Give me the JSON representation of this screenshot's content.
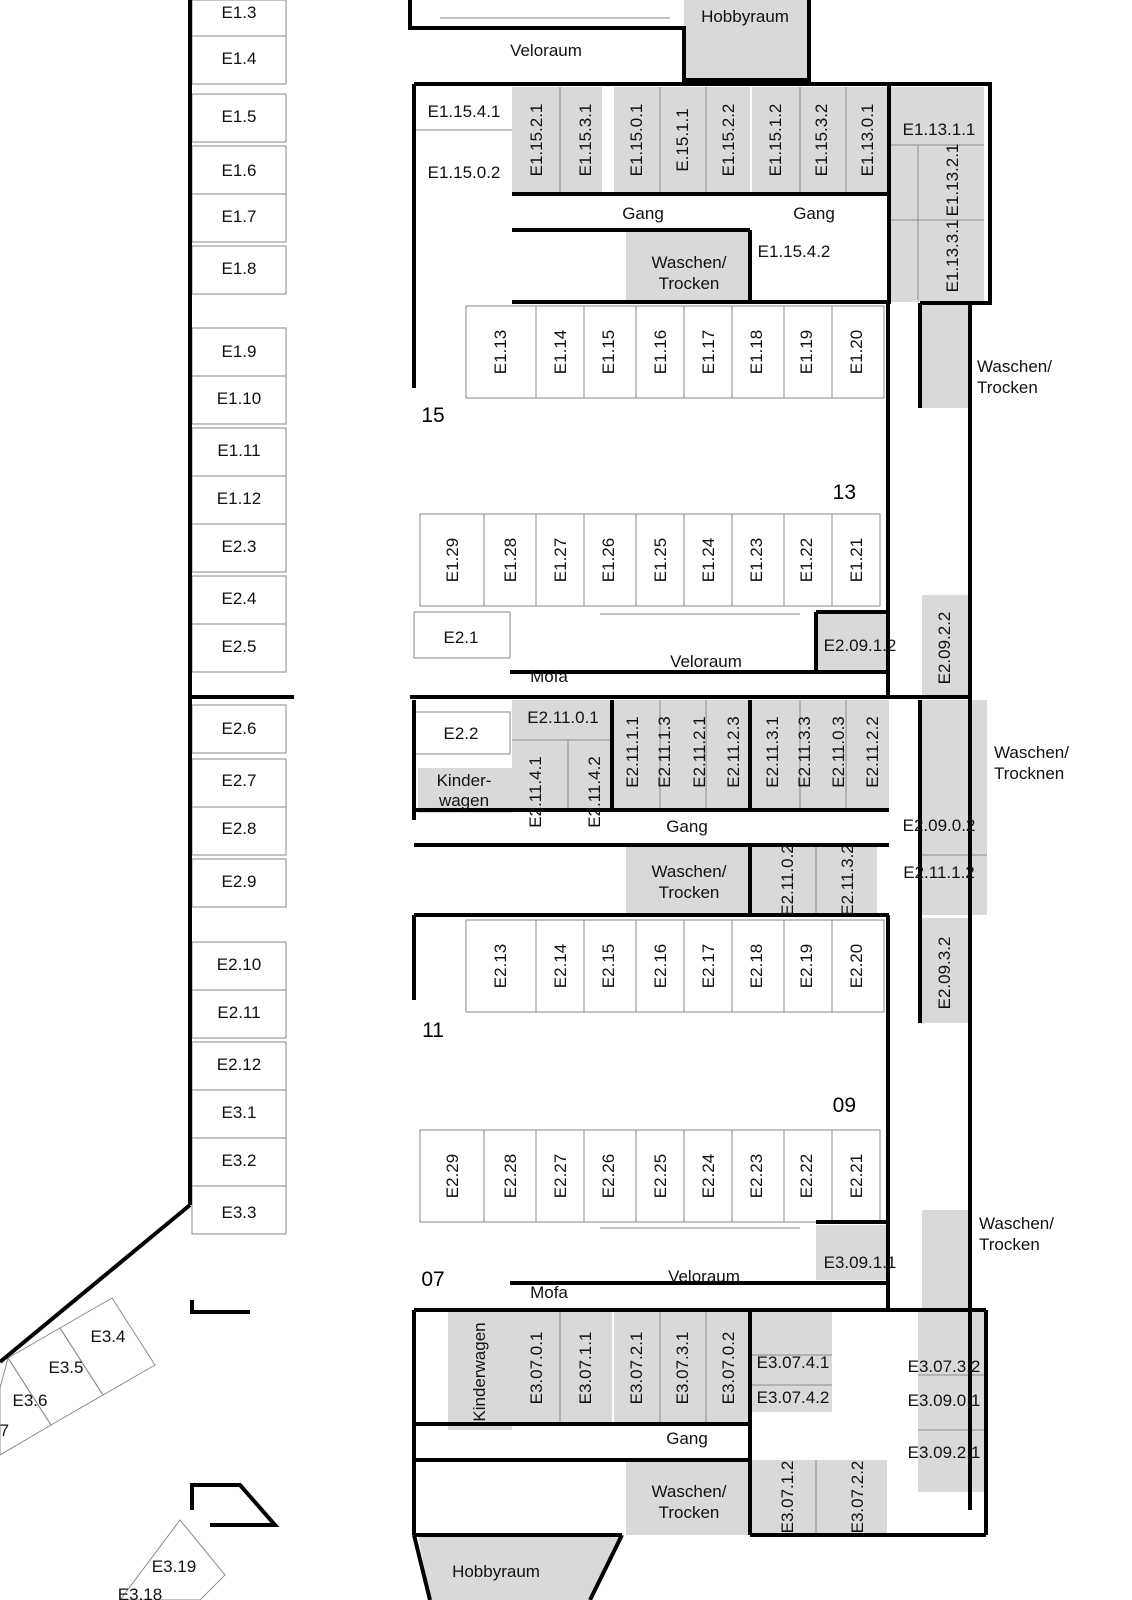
{
  "colors": {
    "wall": "#000000",
    "room_fill": "#d9d9d9",
    "line": "#8a8a8a",
    "bg": "#ffffff"
  },
  "left_parking": [
    "E1.3",
    "E1.4",
    "E1.5",
    "E1.6",
    "E1.7",
    "E1.8",
    "E1.9",
    "E1.10",
    "E1.11",
    "E1.12",
    "E2.3",
    "E2.4",
    "E2.5",
    "E2.6",
    "E2.7",
    "E2.8",
    "E2.9",
    "E2.10",
    "E2.11",
    "E2.12",
    "E3.1",
    "E3.2",
    "E3.3"
  ],
  "diagonal_spaces": [
    "E3.4",
    "E3.5",
    "E3.6",
    ".7",
    "E3.19",
    "E3.18"
  ],
  "parking_rows": [
    [
      "E1.13",
      "E1.14",
      "E1.15",
      "E1.16",
      "E1.17",
      "E1.18",
      "E1.19",
      "E1.20"
    ],
    [
      "E1.29",
      "E1.28",
      "E1.27",
      "E1.26",
      "E1.25",
      "E1.24",
      "E1.23",
      "E1.22",
      "E1.21"
    ],
    [
      "E2.13",
      "E2.14",
      "E2.15",
      "E2.16",
      "E2.17",
      "E2.18",
      "E2.19",
      "E2.20"
    ],
    [
      "E2.29",
      "E2.28",
      "E2.27",
      "E2.26",
      "E2.25",
      "E2.24",
      "E2.23",
      "E2.22",
      "E2.21"
    ]
  ],
  "small_spaces": [
    "E2.1",
    "E2.2"
  ],
  "cellar_north": [
    "E1.15.2.1",
    "E1.15.3.1",
    "E1.15.0.1",
    "E.15.1.1",
    "E1.15.2.2",
    "E1.15.1.2",
    "E1.15.3.2",
    "E1.13.0.1"
  ],
  "cellar_north_side": [
    "E1.15.4.1",
    "E1.15.0.2",
    "E1.15.4.2",
    "E1.13.1.1",
    "E1.13.2.1",
    "E1.13.3.1"
  ],
  "cellar_middle": [
    "E2.11.0.1",
    "E2.11.4.1",
    "E2.11.4.2",
    "E2.11.1.1",
    "E2.11.1.3",
    "E2.11.2.1",
    "E2.11.2.3",
    "E2.11.3.1",
    "E2.11.3.3",
    "E2.11.0.3",
    "E2.11.2.2",
    "E2.11.0.2",
    "E2.11.3.2"
  ],
  "side_rooms": [
    "E2.09.1.2",
    "E2.09.2.2",
    "E2.09.0.2",
    "E2.11.1.2",
    "E2.09.3.2",
    "E3.09.1.1"
  ],
  "cellar_south": [
    "E3.07.0.1",
    "E3.07.1.1",
    "E3.07.2.1",
    "E3.07.3.1",
    "E3.07.0.2",
    "E3.07.4.1",
    "E3.07.4.2",
    "E3.07.3.2",
    "E3.09.0.1",
    "E3.09.2.1",
    "E3.07.1.2",
    "E3.07.2.2"
  ],
  "rooms": {
    "veloraum": "Veloraum",
    "hobbyraum": "Hobbyraum",
    "gang": "Gang",
    "waschen_trocken": [
      "Waschen/",
      "Trocken"
    ],
    "waschen_trocknen": [
      "Waschen/",
      "Trocknen"
    ],
    "mofa": "Mofa",
    "kinderwagen_split": [
      "Kinder-",
      "wagen"
    ],
    "kinderwagen": "Kinderwagen"
  },
  "entrances": [
    "15",
    "13",
    "11",
    "09",
    "07"
  ]
}
